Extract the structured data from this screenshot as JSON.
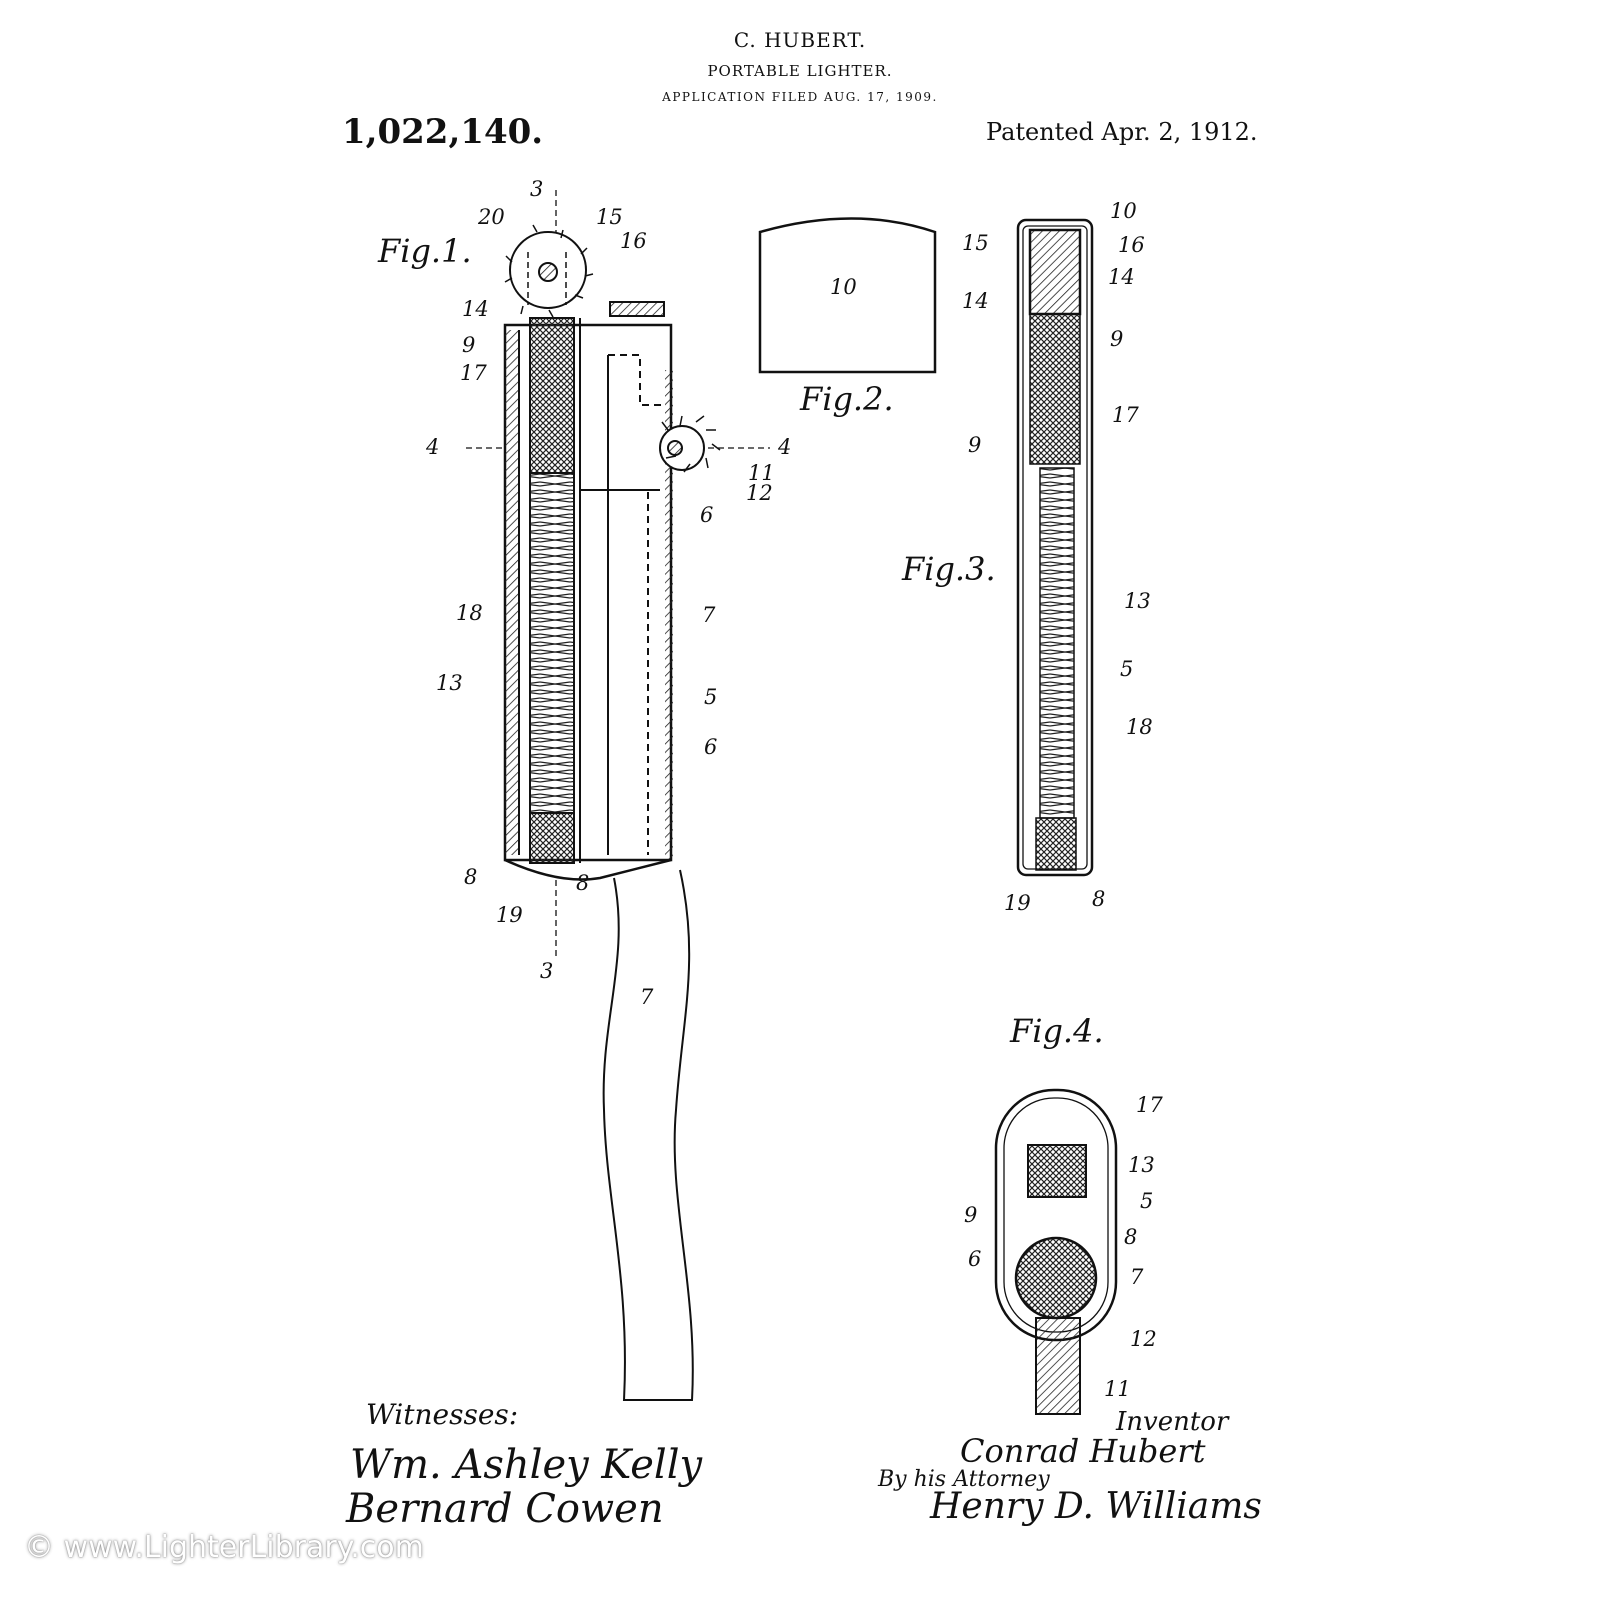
{
  "header": {
    "inventor": "C. HUBERT.",
    "title": "PORTABLE LIGHTER.",
    "filed": "APPLICATION FILED AUG. 17, 1909.",
    "number": "1,022,140.",
    "date": "Patented Apr. 2, 1912."
  },
  "figures": {
    "fig1": "Fig.1.",
    "fig2": "Fig.2.",
    "fig3": "Fig.3.",
    "fig4": "Fig.4."
  },
  "refs": {
    "r3": "3",
    "r4": "4",
    "r5": "5",
    "r6": "6",
    "r7": "7",
    "r8": "8",
    "r9": "9",
    "r10": "10",
    "r11": "11",
    "r12": "12",
    "r13": "13",
    "r14": "14",
    "r15": "15",
    "r16": "16",
    "r17": "17",
    "r18": "18",
    "r19": "19",
    "r20": "20"
  },
  "signatures": {
    "witnesses_label": "Witnesses:",
    "witness1": "Wm. Ashley Kelly",
    "witness2": "Bernard Cowen",
    "inventor_label": "Inventor",
    "inventor_sig": "Conrad Hubert",
    "attorney_label": "By his Attorney",
    "attorney_sig": "Henry D. Williams"
  },
  "watermark": "© www.LighterLibrary.com",
  "colors": {
    "ink": "#111111",
    "paper": "#ffffff"
  }
}
